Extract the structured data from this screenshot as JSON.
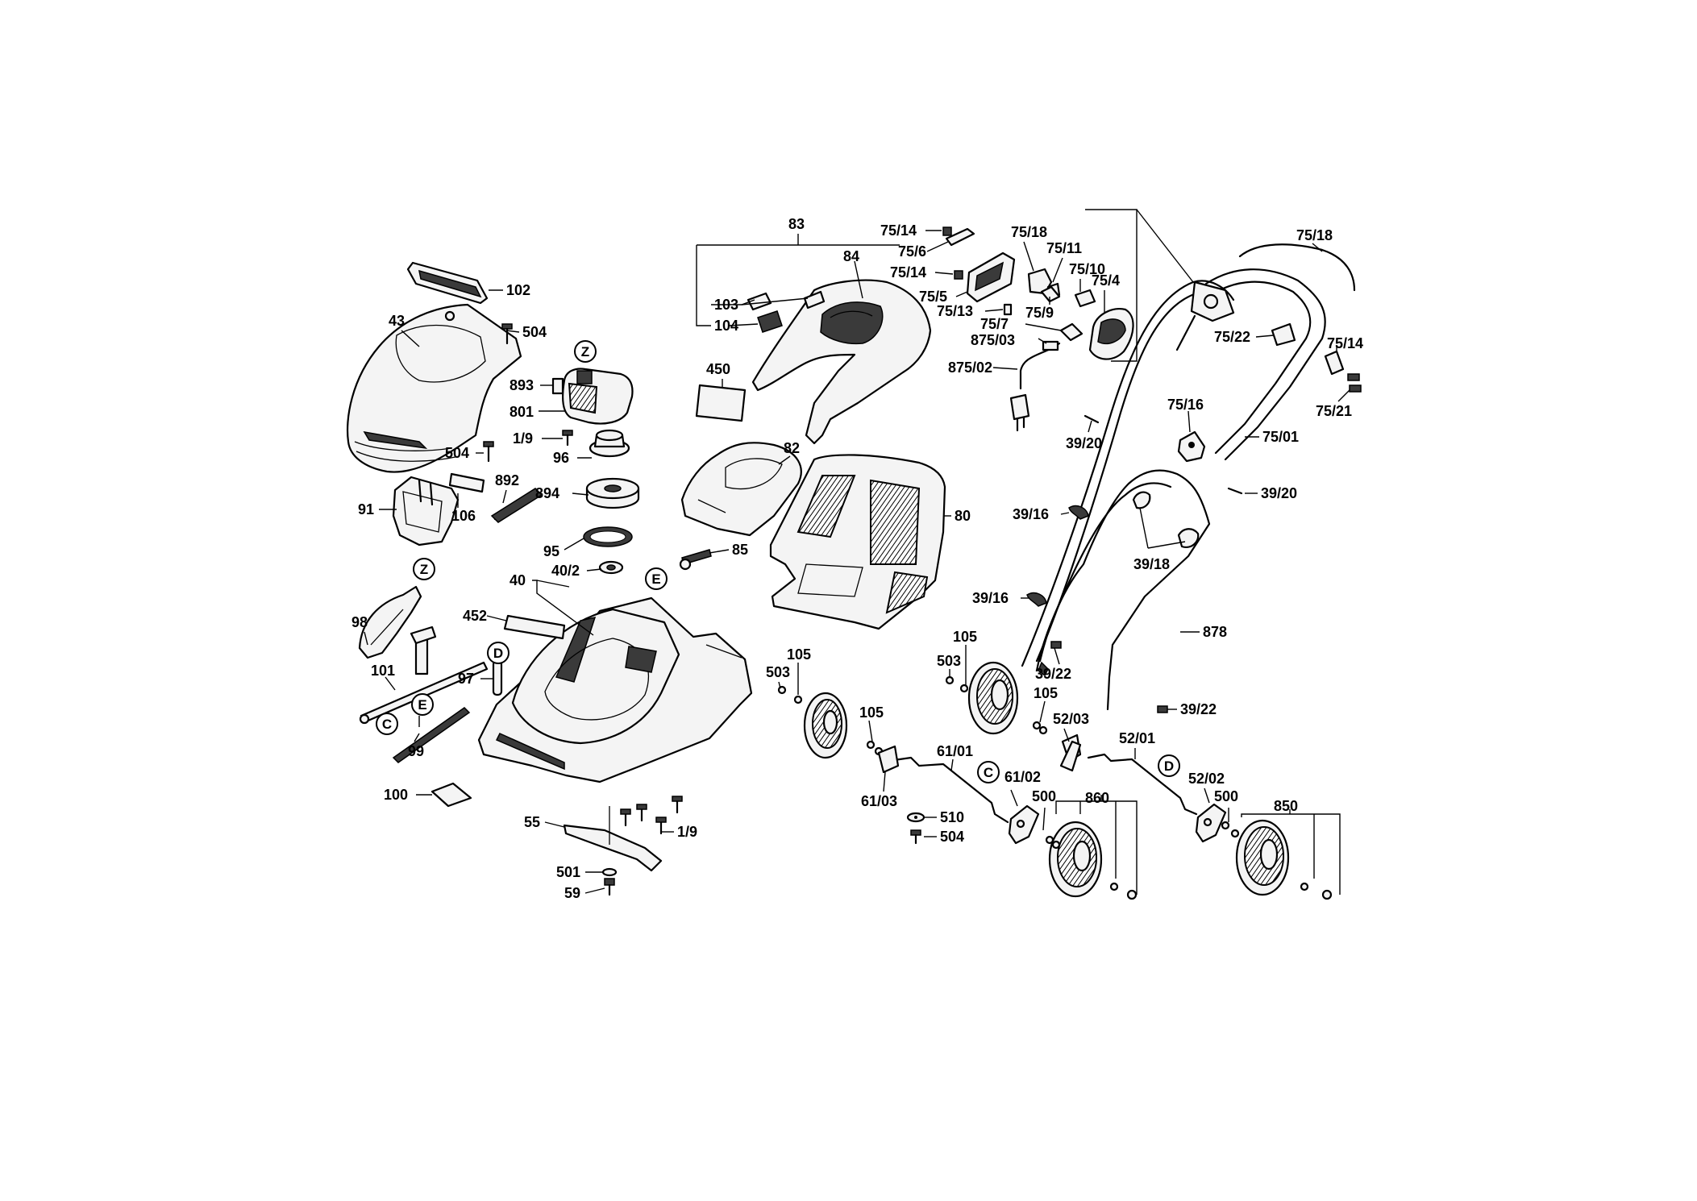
{
  "labels": {
    "l102": "102",
    "l43": "43",
    "l504a": "504",
    "l504b": "504",
    "l504c": "504",
    "l893": "893",
    "l801": "801",
    "l19a": "1/9",
    "l19b": "1/9",
    "l96": "96",
    "l892": "892",
    "l894": "894",
    "l91": "91",
    "l106": "106",
    "l95": "95",
    "l40": "40",
    "l402": "40/2",
    "l452": "452",
    "l98": "98",
    "l101": "101",
    "l97": "97",
    "l99": "99",
    "l100": "100",
    "l55": "55",
    "l501": "501",
    "l59": "59",
    "l83": "83",
    "l84": "84",
    "l103": "103",
    "l104": "104",
    "l450": "450",
    "l82": "82",
    "l85": "85",
    "l80": "80",
    "l7514a": "75/14",
    "l756": "75/6",
    "l7514b": "75/14",
    "l755": "75/5",
    "l7513": "75/13",
    "l7518a": "75/18",
    "l7511": "75/11",
    "l7510": "75/10",
    "l754": "75/4",
    "l759": "75/9",
    "l757": "75/7",
    "l87503": "875/03",
    "l87502": "875/02",
    "l3920a": "39/20",
    "l7518b": "75/18",
    "l7522": "75/22",
    "l7514c": "75/14",
    "l7521": "75/21",
    "l7516": "75/16",
    "l7501": "75/01",
    "l3920b": "39/20",
    "l3916a": "39/16",
    "l3918": "39/18",
    "l3916b": "39/16",
    "l3922a": "39/22",
    "l878": "878",
    "l3922b": "39/22",
    "l105a": "105",
    "l503a": "503",
    "l105b": "105",
    "l105c": "105",
    "l503b": "503",
    "l105d": "105",
    "l5203": "52/03",
    "l5201": "52/01",
    "l6101": "61/01",
    "l6102": "61/02",
    "l6103": "61/03",
    "l510": "510",
    "l500a": "500",
    "l860": "860",
    "l5202": "52/02",
    "l500b": "500",
    "l850": "850"
  },
  "callouts": {
    "z1": "Z",
    "z2": "Z",
    "e1": "E",
    "e2": "E",
    "d1": "D",
    "d2": "D",
    "c1": "C",
    "c2": "C"
  }
}
